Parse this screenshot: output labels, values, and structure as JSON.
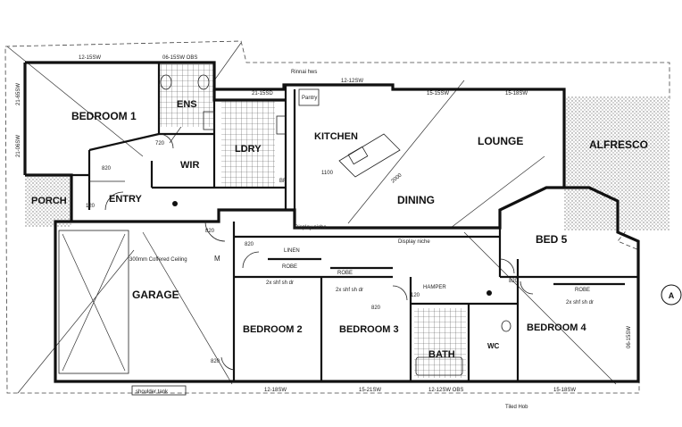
{
  "rooms": {
    "bedroom1": "BEDROOM 1",
    "ens": "ENS",
    "wir": "WIR",
    "ldry": "LDRY",
    "kitchen": "KITCHEN",
    "lounge": "LOUNGE",
    "alfresco": "ALFRESCO",
    "porch": "PORCH",
    "entry": "ENTRY",
    "dining": "DINING",
    "bed5": "BED 5",
    "garage": "GARAGE",
    "bedroom2": "BEDROOM 2",
    "bedroom3": "BEDROOM 3",
    "bedroom4": "BEDROOM 4",
    "bath": "BATH",
    "wc": "WC",
    "pantry": "Pantry",
    "linen": "LINEN",
    "robe": "ROBE",
    "hamper": "HAMPER",
    "br": "BR"
  },
  "annotations": {
    "rinnai": "Rinnai hws",
    "ceiling": "300mm Coffered Ceiling",
    "display_niche": "Display niche",
    "shelf_2x": "2x shf sh dr",
    "tiled_hob": "Tiled Hob",
    "shoulder_tank": "shoulder tank",
    "dim_1100": "1100",
    "dim_2000": "2000",
    "meter": "M"
  },
  "windows": {
    "top_1": "12-15SW",
    "top_2": "06-15SW OBS",
    "top_3": "21-15SD",
    "top_4": "12-12SW",
    "top_5": "15-15SW",
    "top_6": "15-18SW",
    "left_1": "21-65SW",
    "left_2": "21-06SW",
    "bottom_1": "12-18SW",
    "bottom_2": "15-21SW",
    "bottom_3": "12-12SW OBS",
    "bottom_4": "15-18SW",
    "right_1": "06-15SW"
  },
  "doors": {
    "d820a": "820",
    "d820b": "820",
    "d820c": "820",
    "d820d": "820",
    "d820e": "820",
    "d820f": "820",
    "d720": "720",
    "d120a": "120",
    "d120b": "120"
  },
  "section_marker": "A"
}
